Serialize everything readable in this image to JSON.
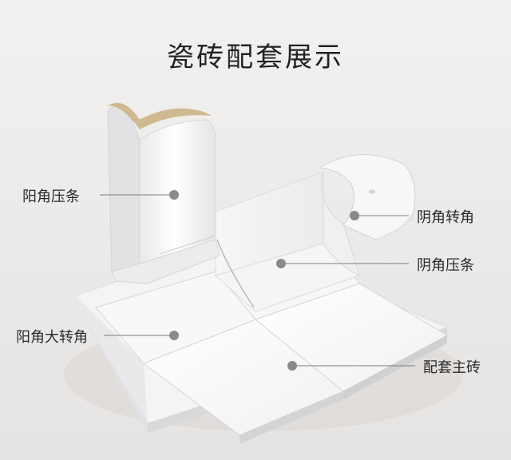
{
  "title": "瓷砖配套展示",
  "labels": {
    "yang_corner_strip": "阳角压条",
    "yin_corner_turn": "阴角转角",
    "yin_corner_strip": "阴角压条",
    "yang_corner_big_turn": "阳角大转角",
    "main_tile": "配套主砖"
  }
}
